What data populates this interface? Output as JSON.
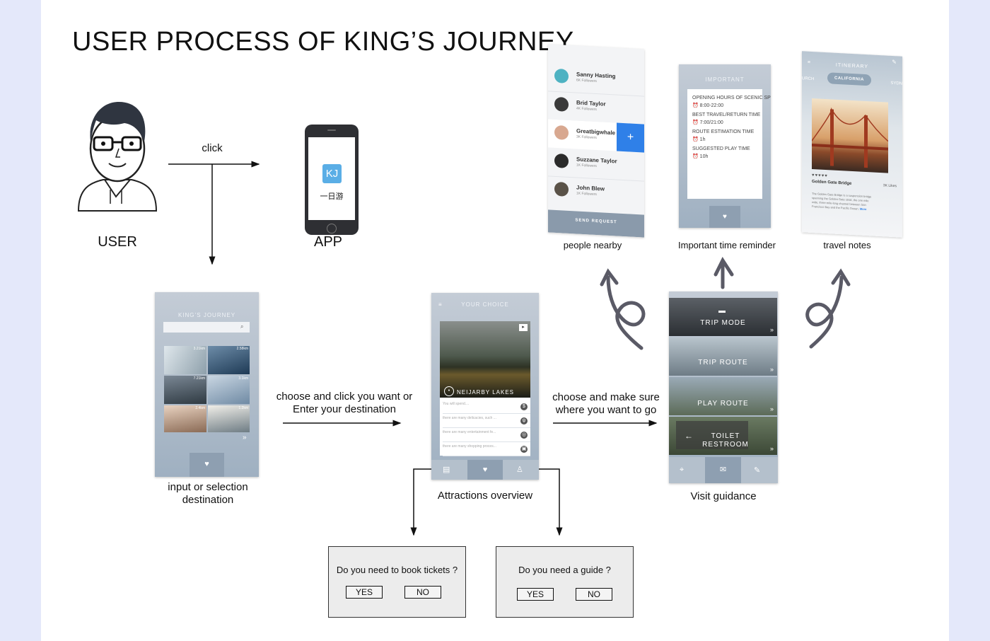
{
  "title": "USER PROCESS OF KING’S JOURNEY",
  "labels": {
    "user": "USER",
    "app": "APP",
    "click": "click",
    "input_selection": [
      "input or selection",
      "destination"
    ],
    "choose_click": [
      "choose and click you want or",
      "Enter your destination"
    ],
    "attractions": "Attractions overview",
    "choose_make_sure": [
      "choose and make sure",
      "where you want to go"
    ],
    "visit_guidance": "Visit guidance",
    "people_nearby": "people nearby",
    "time_reminder": "Important time reminder",
    "travel_notes": "travel notes"
  },
  "app_icon": {
    "letters": "KJ",
    "name": "一日游"
  },
  "search_screen": {
    "title": "KING’S JOURNEY",
    "distances": [
      "3.21km",
      "2.58km",
      "7.21km",
      "3.1km",
      "2.4km",
      "1.2km"
    ]
  },
  "choice_screen": {
    "title": "YOUR CHOICE",
    "photo_caption": "NEIJARBY LAKES",
    "rows": [
      "You will spend....",
      "there are many delicacies, such ...",
      "there are many entertainment fe...",
      "there are many shopping proces..."
    ]
  },
  "guide_screen": {
    "rows": [
      "TRIP MODE",
      "TRIP ROUTE",
      "PLAY ROUTE",
      "TOILET RESTROOM"
    ]
  },
  "people_screen": {
    "people": [
      {
        "name": "Sanny Hasting",
        "followers": "6K Followers"
      },
      {
        "name": "Brid Taylor",
        "followers": "4K Followers"
      },
      {
        "name": "Greatbigwhale",
        "followers": "3K Followers"
      },
      {
        "name": "Suzzane Taylor",
        "followers": "1K Followers"
      },
      {
        "name": "John Blew",
        "followers": "1K Followers"
      }
    ],
    "plus": "+",
    "send": "SEND REQUEST"
  },
  "important_screen": {
    "title": "IMPORTANT",
    "items": [
      {
        "label": "OPENING HOURS OF SCENIC SPOTS",
        "value": "8:00-22:00"
      },
      {
        "label": "BEST TRAVEL/RETURN TIME",
        "value": "7:00/21:00"
      },
      {
        "label": "ROUTE ESTIMATION TIME",
        "value": "1h"
      },
      {
        "label": "SUGGESTED PLAY TIME",
        "value": "10h"
      }
    ]
  },
  "itinerary_screen": {
    "title": "ITINERARY",
    "tabs": [
      "URCH",
      "CALIFORNIA",
      "SYDN"
    ],
    "place": "Golden Gate Bridge",
    "likes": "3K Likes",
    "desc": [
      "The Golden Gate Bridge is a suspension bridge",
      "spanning the Golden Gate strait, the one mile",
      "wide, three-mile-long channel between San",
      "Francisco Bay and the Pacific Ocean."
    ],
    "more": "More"
  },
  "dialogs": {
    "tickets": {
      "question": "Do you need to book tickets ?",
      "yes": "YES",
      "no": "NO"
    },
    "guide": {
      "question": "Do you need a guide ?",
      "yes": "YES",
      "no": "NO"
    }
  }
}
